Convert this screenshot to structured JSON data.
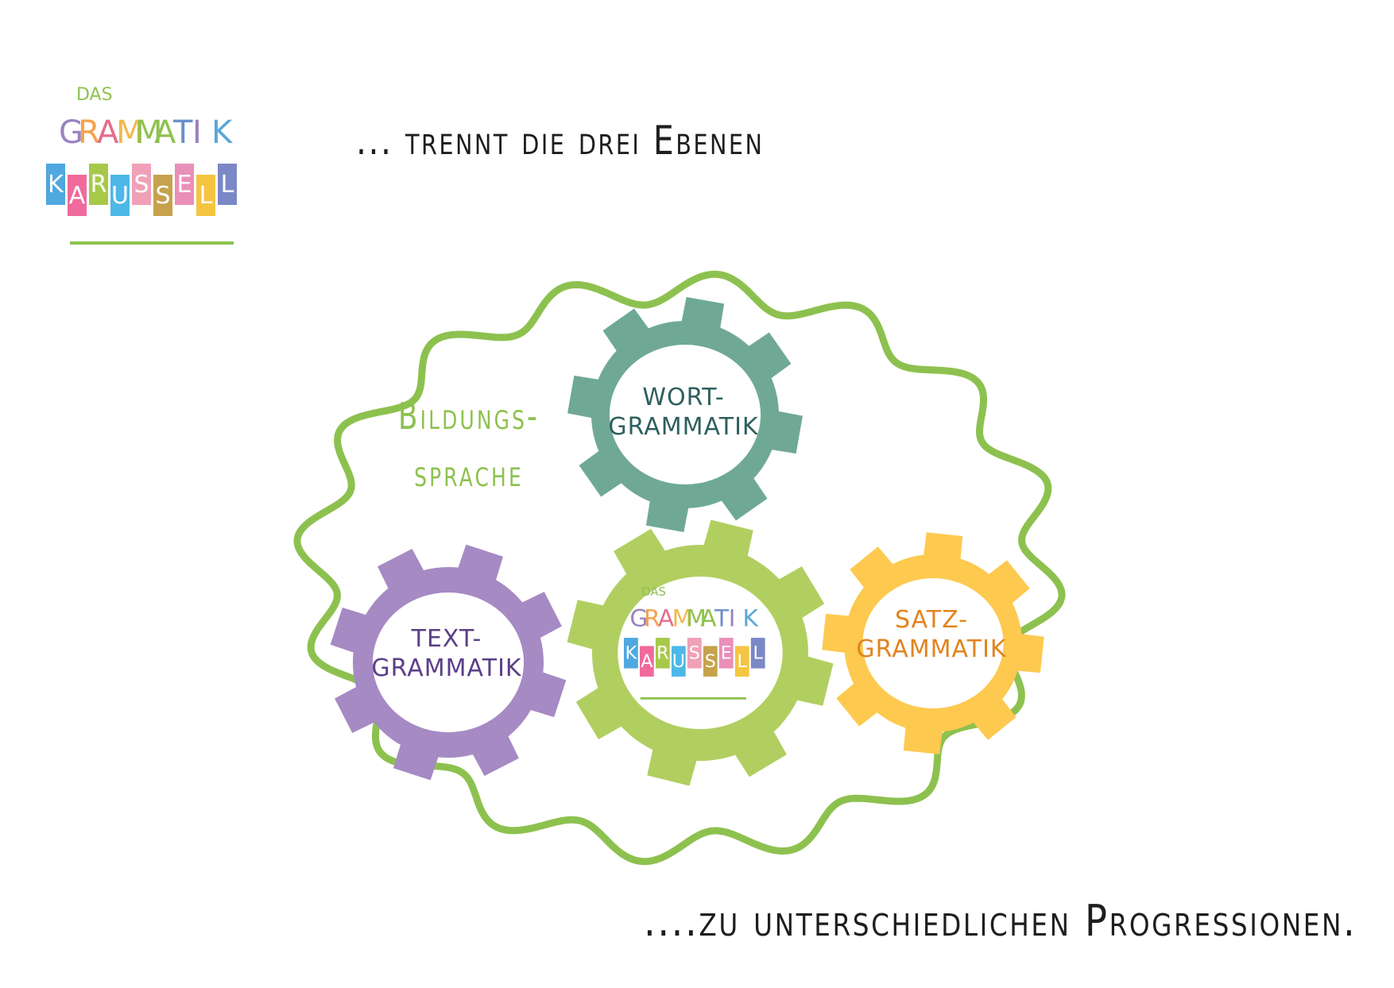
{
  "logo": {
    "small_word": "DAS",
    "word1": "GRAMMATIK",
    "word2_letters": [
      "K",
      "A",
      "R",
      "U",
      "S",
      "S",
      "E",
      "L",
      "L"
    ],
    "word1_colors": [
      "#9a82c0",
      "#f5a24d",
      "#e56d8c",
      "#f2b84c",
      "#8fc24f",
      "#8fc24f",
      "#6a8fcb",
      "#9a82c0",
      "#59a7d6"
    ],
    "tile_colors": [
      "#4fa8e0",
      "#f06a9c",
      "#a7c94a",
      "#4db8e8",
      "#f0a1b7",
      "#c6a24c",
      "#e98fb9",
      "#f5c541",
      "#7b88c7"
    ],
    "tile_letter_colors": [
      "#ffffff",
      "#ffffff",
      "#ffffff",
      "#ffffff",
      "#ffffff",
      "#ffffff",
      "#ffffff",
      "#ffffff",
      "#ffffff"
    ],
    "small_color": "#8fc24f",
    "underline_color": "#8dc14f"
  },
  "headings": {
    "top": "... trennt die drei Ebenen",
    "bottom": "....zu unterschiedlichen Progressionen."
  },
  "cloud": {
    "label_line1": "Bildungs-",
    "label_line2": "sprache",
    "color": "#8dc14f"
  },
  "gears": [
    {
      "id": "wort",
      "line1": "WORT-",
      "line2": "GRAMMATIK",
      "color": "#6fa995",
      "text_color": "#2f5f5e"
    },
    {
      "id": "text",
      "line1": "TEXT-",
      "line2": "GRAMMATIK",
      "color": "#a68ac3",
      "text_color": "#5a3f87"
    },
    {
      "id": "center",
      "line1": "",
      "line2": "",
      "color": "#b1cf60",
      "text_color": "#5a8a2e"
    },
    {
      "id": "satz",
      "line1": "SATZ-",
      "line2": "GRAMMATIK",
      "color": "#fdc94f",
      "text_color": "#e2831f"
    }
  ]
}
